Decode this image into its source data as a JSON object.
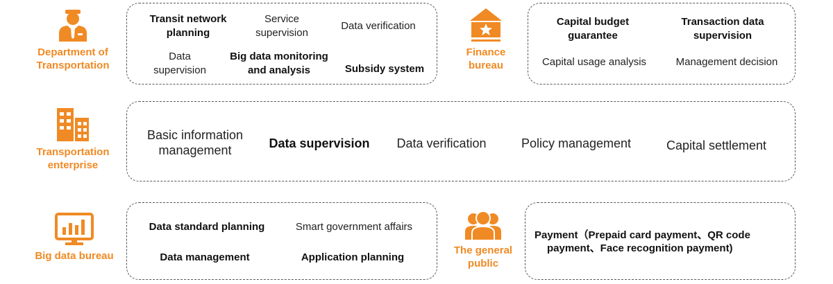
{
  "roles": {
    "transport_dept": "Department of Transportation",
    "finance": "Finance bureau",
    "enterprise": "Transportation enterprise",
    "bigdata": "Big data bureau",
    "public": "The general public"
  },
  "transport_box": {
    "transit": "Transit network planning",
    "service": "Service supervision",
    "verify": "Data verification",
    "data_sup": "Data supervision",
    "bigdata_mon": "Big data monitoring and analysis",
    "subsidy": "Subsidy system"
  },
  "finance_box": {
    "budget": "Capital budget guarantee",
    "txn": "Transaction data supervision",
    "usage": "Capital usage analysis",
    "mgmt": "Management decision"
  },
  "enterprise_box": {
    "basic": "Basic information management",
    "data_sup": "Data supervision",
    "verify": "Data verification",
    "policy": "Policy management",
    "capital": "Capital settlement"
  },
  "bigdata_box": {
    "standard": "Data standard planning",
    "smart": "Smart government affairs",
    "mgmt": "Data management",
    "app": "Application planning"
  },
  "public_box": {
    "payment_line1": "Payment（Prepaid card payment、QR code",
    "payment_line2": "payment、Face recognition payment)"
  },
  "colors": {
    "accent": "#f08a24",
    "border": "#555555"
  },
  "icons": {
    "transport_dept": "officer-icon",
    "finance": "bank-building-icon",
    "enterprise": "office-building-icon",
    "bigdata": "monitor-chart-icon",
    "public": "people-group-icon"
  }
}
